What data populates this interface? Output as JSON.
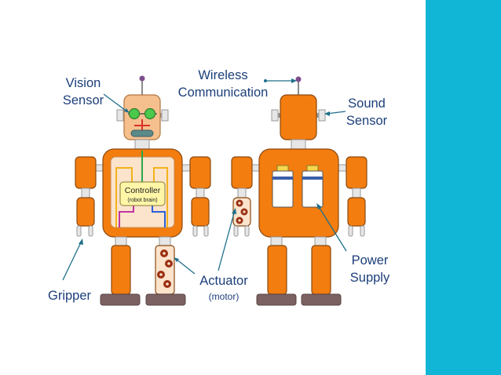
{
  "colors": {
    "accent_bar": "#11b6d6",
    "robot_body": "#f47d0f",
    "robot_shadow": "#d9690a",
    "head_skin": "#f5c08e",
    "cavity": "#fbe3cc",
    "foot": "#7b6161",
    "label_text": "#1c3f7a",
    "pointer": "#1f6f8b"
  },
  "labels": {
    "vision_line1": "Vision",
    "vision_line2": "Sensor",
    "wireless_line1": "Wireless",
    "wireless_line2": "Communication",
    "sound_line1": "Sound",
    "sound_line2": "Sensor",
    "controller_line1": "Controller",
    "controller_line2": "(robot brain)",
    "gripper": "Gripper",
    "actuator_line1": "Actuator",
    "actuator_line2": "(motor)",
    "power_line1": "Power",
    "power_line2": "Supply"
  },
  "icons": {
    "front_robot": "robot-front-icon",
    "back_robot": "robot-back-icon",
    "gear": "gear-icon",
    "battery": "battery-icon"
  }
}
